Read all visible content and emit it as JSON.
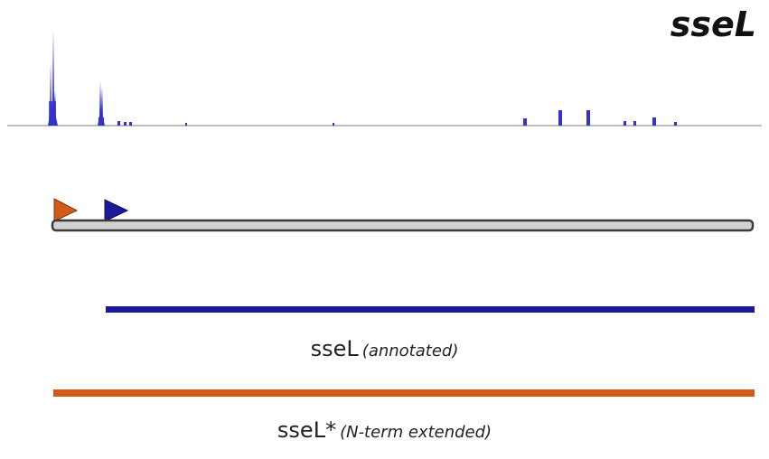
{
  "gene_title": "sseL",
  "colors": {
    "coverage": "#3333cc",
    "baseline": "#aaaaaa",
    "gene_body_fill": "#d2d2d2",
    "gene_body_stroke": "#3a3a3a",
    "annotated": "#1a1a99",
    "extended": "#d45a18"
  },
  "start_flags": [
    {
      "name": "extended-start-flag",
      "color_key": "extended"
    },
    {
      "name": "annotated-start-flag",
      "color_key": "annotated"
    }
  ],
  "isoforms": [
    {
      "id": "annotated",
      "name": "sseL",
      "note": "(annotated)",
      "color_key": "annotated"
    },
    {
      "id": "extended",
      "name": "sseL*",
      "note": "(N-term extended)",
      "color_key": "extended"
    }
  ]
}
